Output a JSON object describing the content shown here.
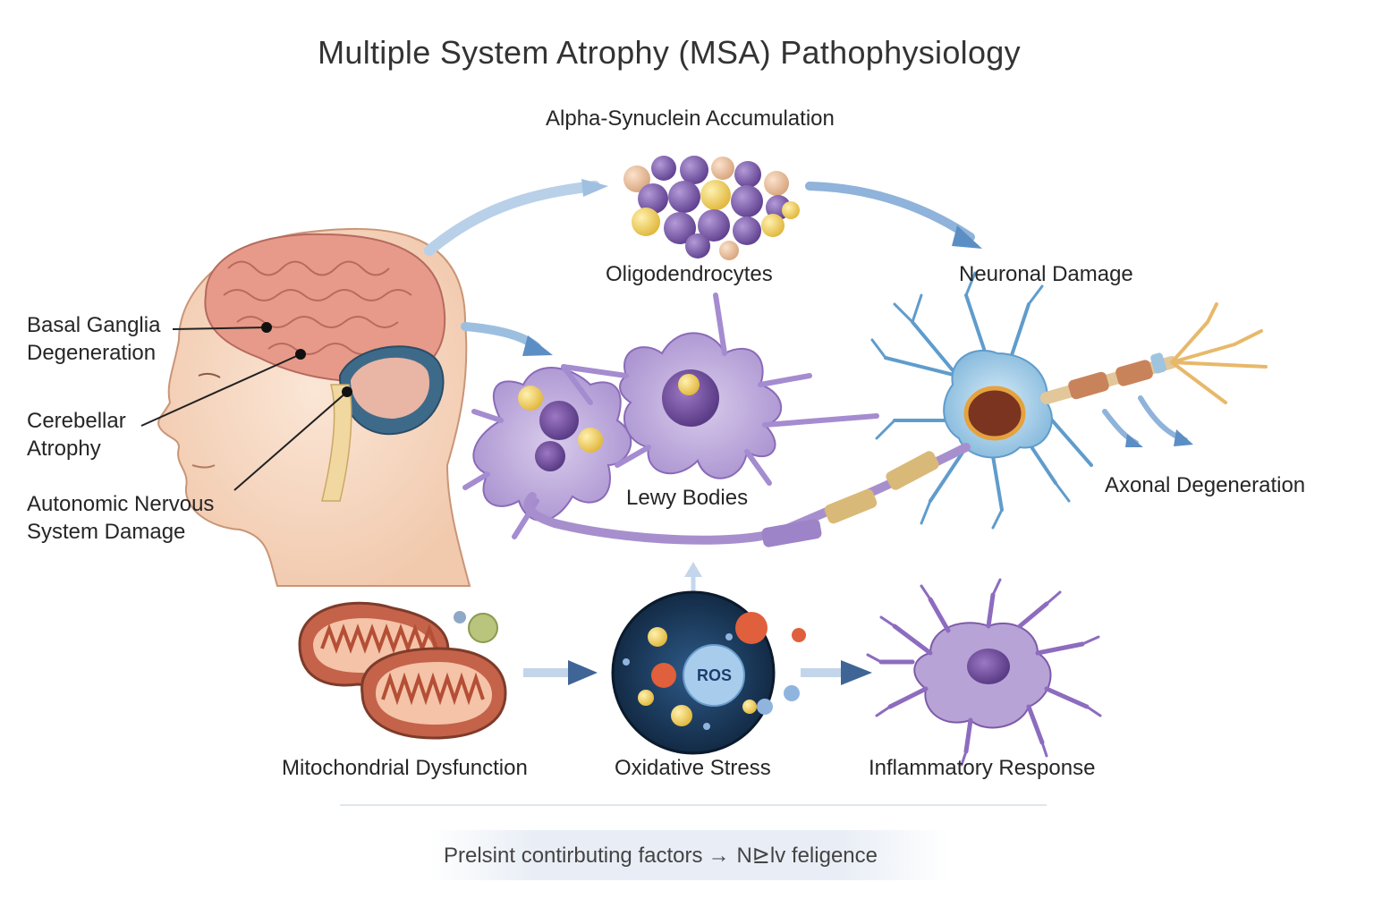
{
  "title": "Multiple System Atrophy (MSA) Pathophysiology",
  "nodes": {
    "alpha_synuclein": "Alpha-Synuclein Accumulation",
    "oligodendrocytes": "Oligodendrocytes",
    "neuronal_damage": "Neuronal Damage",
    "lewy_bodies": "Lewy Bodies",
    "axonal_degeneration": "Axonal Degeneration",
    "mitochondrial_dysfunction": "Mitochondrial Dysfunction",
    "oxidative_stress": "Oxidative Stress",
    "inflammatory_response": "Inflammatory Response",
    "ros": "ROS"
  },
  "brain_labels": {
    "basal_ganglia": [
      "Basal Ganglia",
      "Degeneration"
    ],
    "cerebellar": [
      "Cerebellar",
      "Atrophy"
    ],
    "autonomic": [
      "Autonomic Nervous",
      "System Damage"
    ]
  },
  "footer": {
    "left": "Prelsint contirbuting factors",
    "arrow": "→",
    "right": "N⊵lv feligence"
  },
  "colors": {
    "arrow_blue": "#5b8ec4",
    "arrow_navy": "#3f6596",
    "cell_purple": "#b7a3d6",
    "cell_purple_dark": "#7e5aa8",
    "neuron_blue": "#5f9ccc",
    "brain_pink": "#e29a8c",
    "cerebellum_blue": "#3e6a8a"
  }
}
